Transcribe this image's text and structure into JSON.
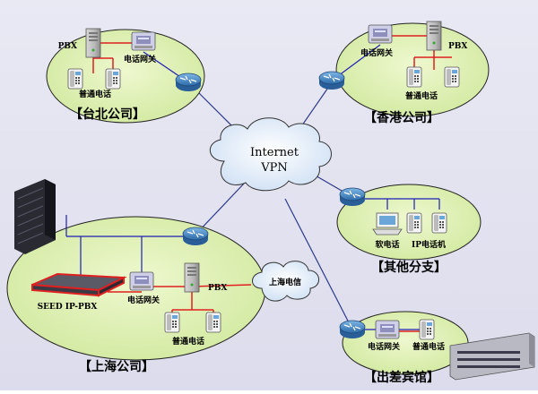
{
  "sites": {
    "taipei": "【台北公司】",
    "hongkong": "【香港公司】",
    "shanghai": "【上海公司】",
    "branch": "【其他分支】",
    "hotel": "【出差宾馆】"
  },
  "internet": {
    "line1": "Internet",
    "line2": "VPN"
  },
  "shanghai_cloud": "上海电信",
  "labels": {
    "pbx": "PBX",
    "gateway": "电话网关",
    "phone": "普通电话",
    "softphone": "软电话",
    "ipphone": "IP电话机",
    "seed": "SEED IP-PBX"
  },
  "colors": {
    "ellipse_fill": "#dff0b8",
    "ellipse_stroke": "#222222",
    "lan_line": "#1e1eb4",
    "wan_line": "#2e3a8c",
    "pstn_line": "#e02020"
  }
}
